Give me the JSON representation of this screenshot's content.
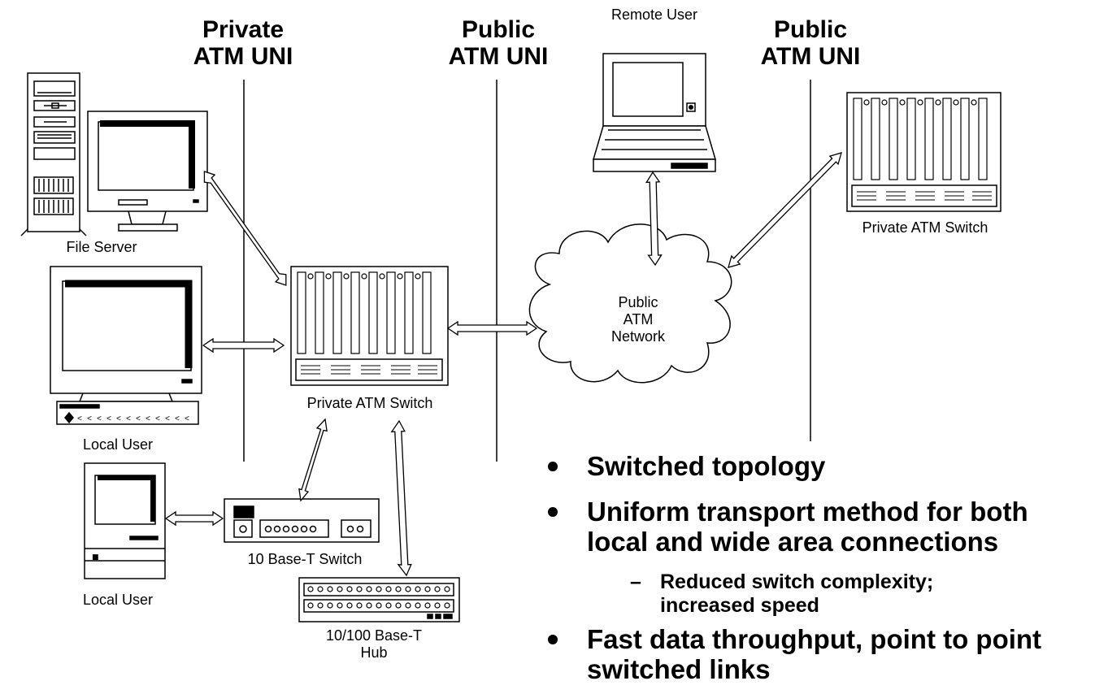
{
  "uni_labels": {
    "private": [
      "Private",
      "ATM UNI"
    ],
    "public_left": [
      "Public",
      "ATM UNI"
    ],
    "public_right": [
      "Public",
      "ATM UNI"
    ]
  },
  "devices": {
    "file_server": "File Server",
    "local_user_1": "Local User",
    "local_user_2": "Local User",
    "private_switch_center": "Private ATM Switch",
    "private_switch_right": "Private ATM Switch",
    "remote_user": "Remote User",
    "ten_base_t_switch": "10 Base-T Switch",
    "hub": [
      "10/100 Base-T",
      "Hub"
    ],
    "public_network": [
      "Public",
      "ATM",
      "Network"
    ]
  },
  "bullets": {
    "b1": "Switched topology",
    "b2": [
      "Uniform transport method for both",
      "local and wide area connections"
    ],
    "b2_sub_dash": "–",
    "b2_sub": [
      "Reduced switch complexity;",
      "increased speed"
    ],
    "b3": [
      "Fast data throughput, point to point",
      "switched links"
    ]
  }
}
